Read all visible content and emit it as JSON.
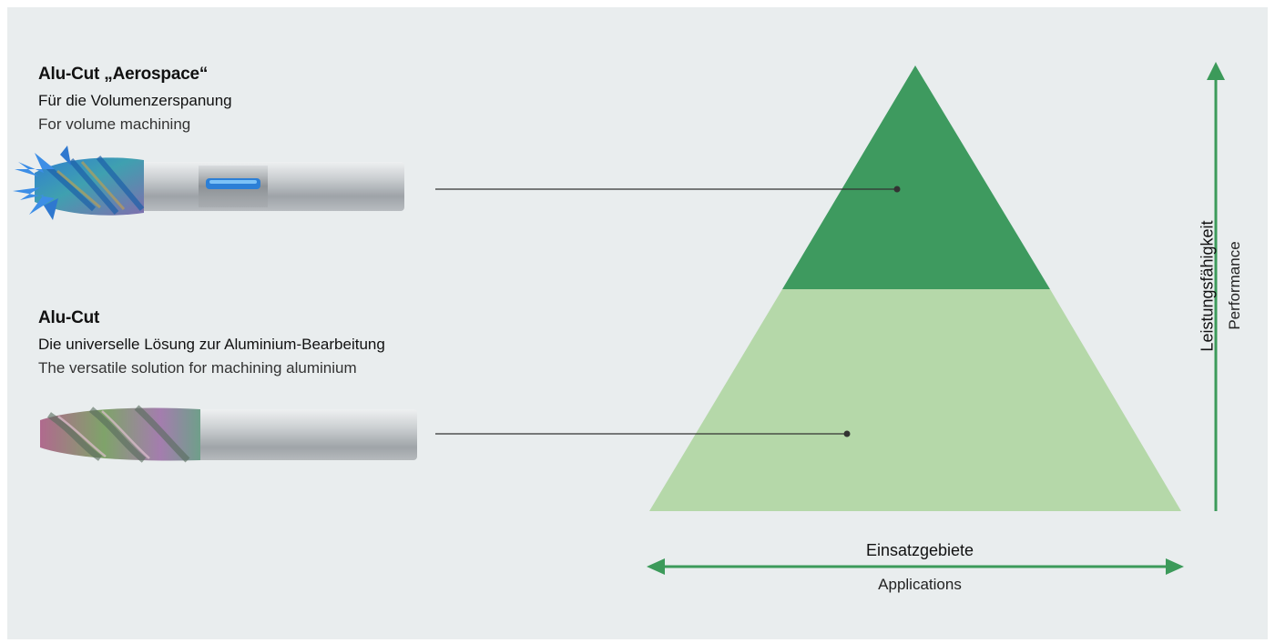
{
  "products": [
    {
      "title": "Alu-Cut „Aerospace“",
      "subtitle_de": "Für die Volumenzerspanung",
      "subtitle_en": "For volume machining",
      "pyramid_tier": "top"
    },
    {
      "title": "Alu-Cut",
      "subtitle_de": "Die universelle Lösung zur Aluminium-Bearbeitung",
      "subtitle_en": "The versatile solution for machining aluminium",
      "pyramid_tier": "bottom"
    }
  ],
  "axes": {
    "horizontal_de": "Einsatzgebiete",
    "horizontal_en": "Applications",
    "vertical_de": "Leistungsfähigkeit",
    "vertical_en": "Performance"
  },
  "colors": {
    "background": "#e9edee",
    "pyramid_top": "#3e9a5f",
    "pyramid_bottom": "#b5d8a9",
    "arrow": "#3c9a5a",
    "connector": "#333333"
  },
  "icons": {
    "tool_1": "end-mill-aerospace-illustration",
    "tool_2": "end-mill-standard-illustration",
    "axis_vertical": "arrow-up-icon",
    "axis_horizontal": "double-arrow-horizontal-icon"
  }
}
